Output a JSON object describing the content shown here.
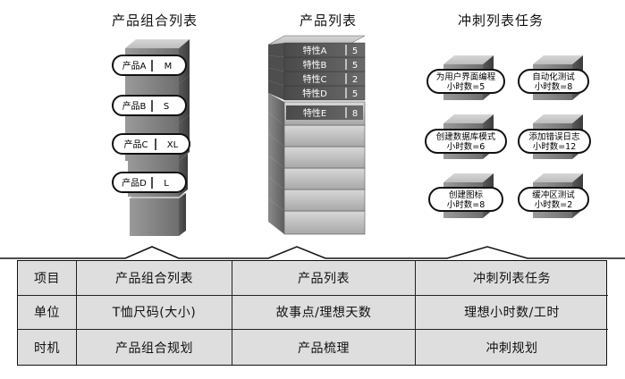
{
  "titles": {
    "portfolio": "产品组合列表",
    "backlog": "产品列表",
    "sprint": "冲刺列表任务"
  },
  "portfolio_items": [
    {
      "name": "产品A",
      "size": "M"
    },
    {
      "name": "产品B",
      "size": "S"
    },
    {
      "name": "产品C",
      "size": "XL"
    },
    {
      "name": "产品D",
      "size": "L"
    }
  ],
  "backlog_items": [
    {
      "name": "特性A",
      "points": "5"
    },
    {
      "name": "特性B",
      "points": "5"
    },
    {
      "name": "特性C",
      "points": "2"
    },
    {
      "name": "特性D",
      "points": "5"
    },
    {
      "name": "特性E",
      "points": "8"
    }
  ],
  "sprint_tasks": [
    {
      "name": "为用户界面编程",
      "hours": "小时数=5"
    },
    {
      "name": "自动化测试",
      "hours": "小时数=8"
    },
    {
      "name": "创建数据库模式",
      "hours": "小时数=6"
    },
    {
      "name": "添加错误日志",
      "hours": "小时数=12"
    },
    {
      "name": "创建图标",
      "hours": "小时数=8"
    },
    {
      "name": "缓冲区测试",
      "hours": "小时数=2"
    }
  ],
  "table": {
    "headers": [
      "项目",
      "产品组合列表",
      "产品列表",
      "冲刺列表任务"
    ],
    "rows": [
      [
        "单位",
        "T恤尺码(大小)",
        "故事点/理想天数",
        "理想小时数/工时"
      ],
      [
        "时机",
        "产品组合规划",
        "产品梳理",
        "冲刺规划"
      ]
    ]
  }
}
